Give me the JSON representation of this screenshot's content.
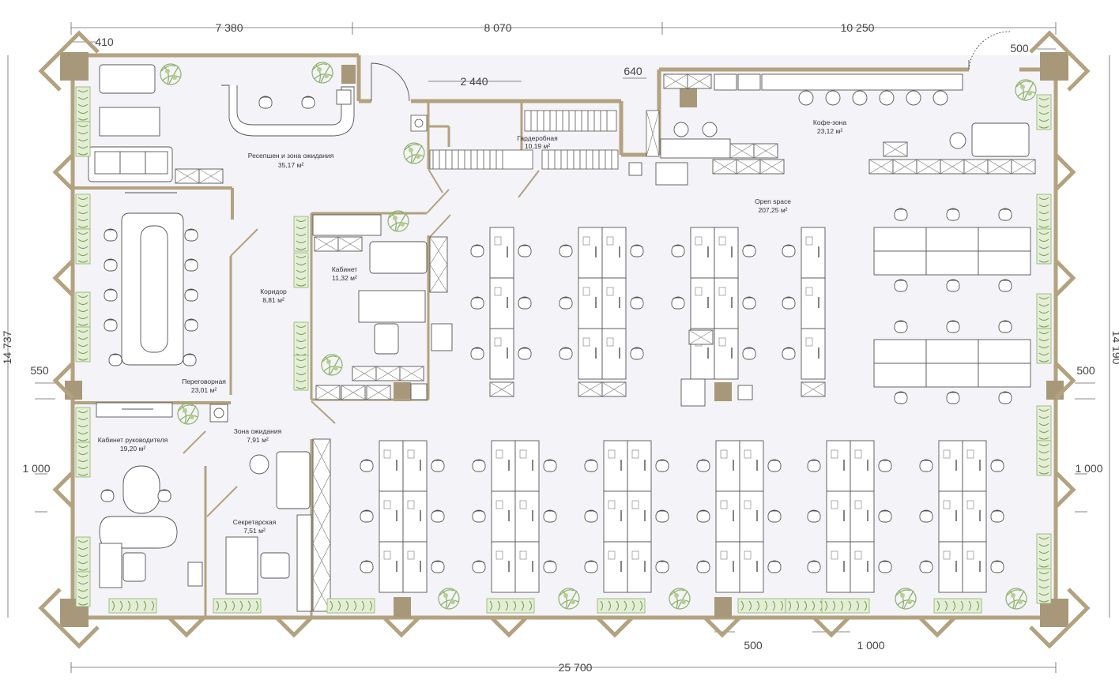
{
  "dimensions": {
    "top": [
      "7 380",
      "8 070",
      "10 250"
    ],
    "top_small": [
      "410",
      "2 440",
      "640",
      "500"
    ],
    "left_height": "14 737",
    "right_height": "14 190",
    "left_marks": [
      "550",
      "1 000"
    ],
    "right_marks": [
      "500",
      "1 000"
    ],
    "bottom_small": [
      "500",
      "1 000"
    ],
    "bottom_total": "25 700"
  },
  "rooms": [
    {
      "name": "Ресепшен и зона ожидания",
      "area": "35,17 м²"
    },
    {
      "name": "Гардеробная",
      "area": "10,19 м²"
    },
    {
      "name": "Кофе-зона",
      "area": "23,12 м²"
    },
    {
      "name": "Open space",
      "area": "207,25 м²"
    },
    {
      "name": "Кабинет",
      "area": "11,32 м²"
    },
    {
      "name": "Коридор",
      "area": "8,81 м²"
    },
    {
      "name": "Переговорная",
      "area": "23,01 м²"
    },
    {
      "name": "Кабинет руководителя",
      "area": "19,20 м²"
    },
    {
      "name": "Зона ожидания",
      "area": "7,91 м²"
    },
    {
      "name": "Секретарская",
      "area": "7,51 м²"
    }
  ],
  "colors": {
    "wall": "#b3a27f",
    "column": "#a8987a",
    "floor": "#f3f3f8",
    "plant": "#8fb26a",
    "line": "#555555"
  }
}
